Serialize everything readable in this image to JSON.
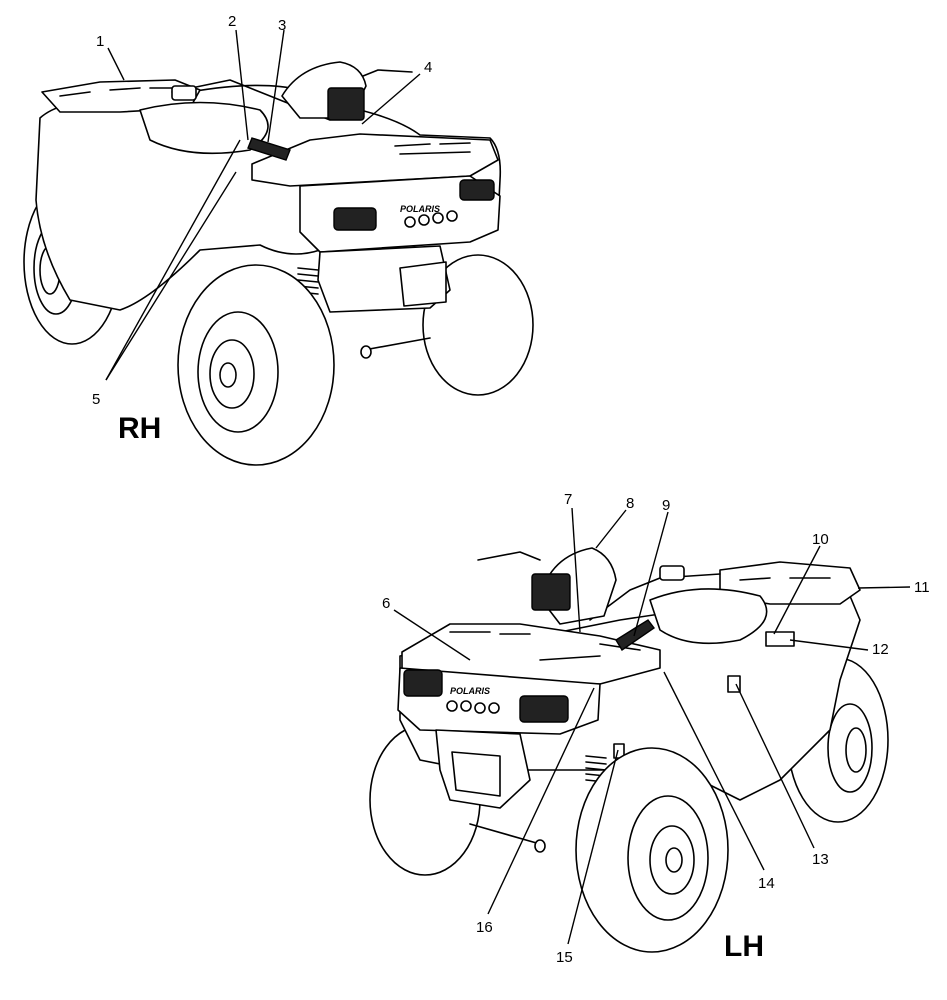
{
  "views": {
    "right": {
      "label": "RH"
    },
    "left": {
      "label": "LH"
    }
  },
  "brand_text": "POLARIS",
  "callouts": {
    "c1": "1",
    "c2": "2",
    "c3": "3",
    "c4": "4",
    "c5": "5",
    "c6": "6",
    "c7": "7",
    "c8": "8",
    "c9": "9",
    "c10": "10",
    "c11": "11",
    "c12": "12",
    "c13": "13",
    "c14": "14",
    "c15": "15",
    "c16": "16"
  }
}
